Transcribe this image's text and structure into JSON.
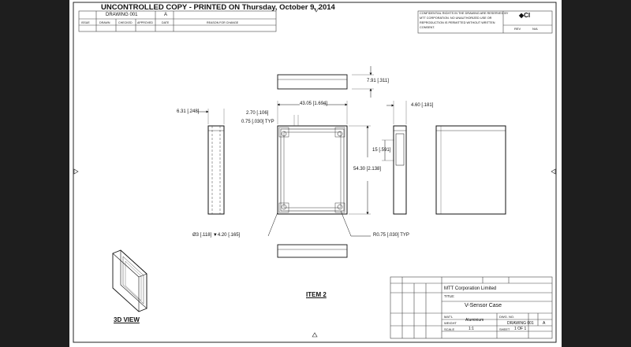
{
  "banner": {
    "text": "UNCONTROLLED COPY - PRINTED ON Thursday, October 9, 2014"
  },
  "revision_block": {
    "drawing_no": "DRAWING 001",
    "rev": "A",
    "headers": [
      "ISSUE",
      "DRAWN",
      "CHECKED",
      "APPROVED",
      "DATE",
      "REASON FOR CHANGE"
    ]
  },
  "notice_block": {
    "lines": [
      "CONFIDENTIAL RIGHTS IN THE DRAWING ARE RESERVED BY",
      "MTT CORPORATION. NO UNAUTHORIZED USE OR",
      "REPRODUCTION IS PERMITTED WITHOUT WRITTEN",
      "CONSENT."
    ],
    "rev_label": "REV",
    "rev_value": "N/A"
  },
  "dimensions": {
    "top_thickness": "7.91 [.311]",
    "overall_width": "43.05 [1.694]",
    "side_thickness": "6.31 [.248]",
    "right_thickness": "4.60 [.181]",
    "rib_detail_1": "2.70 [.106]",
    "rib_detail_2": "0.75 [.030] TYP",
    "height": "54.30 [2.138]",
    "inner_height": "15 [.591]",
    "hole": "Ø3 [.118] ▼4.20 [.165]",
    "fillet": "R0.75 [.030] TYP"
  },
  "labels": {
    "item": "ITEM 2",
    "view_3d": "3D VIEW"
  },
  "title_block": {
    "company": "MTT Corporation Limited",
    "title_label": "TITLE:",
    "title": "V-Sensor Case",
    "drawing_no_label": "DWG. NO.",
    "drawing_no": "DRAWING 001",
    "rev": "A",
    "material_label": "MAT'L",
    "material": "Aluminium",
    "weight_label": "WEIGHT",
    "scale_label": "SCALE",
    "scale": "1:1",
    "sheet_label": "SHEET",
    "sheet": "1 OF 1"
  },
  "colors": {
    "background": "#1e1e1e",
    "paper": "#ffffff",
    "ink": "#111111"
  }
}
